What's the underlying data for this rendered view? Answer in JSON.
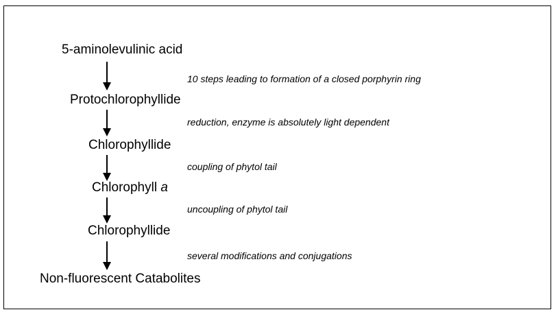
{
  "pathway": {
    "compounds": [
      {
        "name": "5-aminolevulinic acid"
      },
      {
        "name": "Protochlorophyllide"
      },
      {
        "name": "Chlorophyllide"
      },
      {
        "name": "Chlorophyll ",
        "suffix_italic": "a"
      },
      {
        "name": "Chlorophyllide"
      },
      {
        "name": "Non-fluorescent Catabolites"
      }
    ],
    "steps": [
      {
        "label": "10 steps leading to formation of a closed  porphyrin ring"
      },
      {
        "label": "reduction, enzyme is absolutely light dependent"
      },
      {
        "label": "coupling of phytol tail"
      },
      {
        "label": "uncoupling of phytol tail"
      },
      {
        "label": "several modifications and conjugations"
      }
    ]
  }
}
